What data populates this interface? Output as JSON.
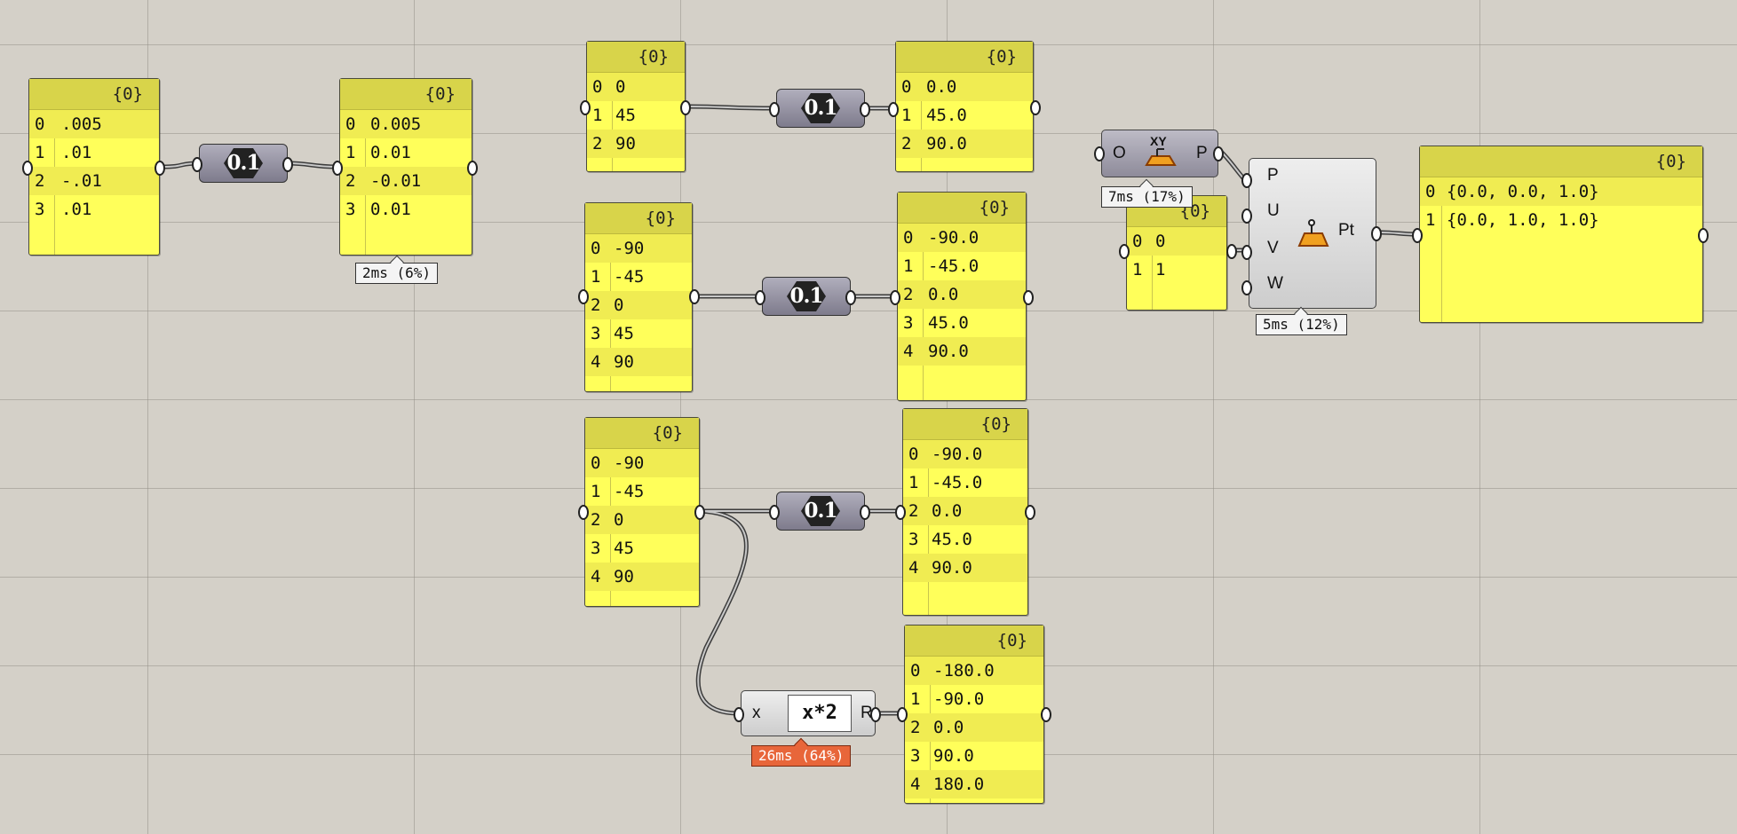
{
  "panels": {
    "p1": {
      "header": "{0}",
      "rows": [
        [
          "0",
          ".005"
        ],
        [
          "1",
          ".01"
        ],
        [
          "2",
          "-.01"
        ],
        [
          "3",
          ".01"
        ]
      ]
    },
    "p2": {
      "header": "{0}",
      "rows": [
        [
          "0",
          "0.005"
        ],
        [
          "1",
          "0.01"
        ],
        [
          "2",
          "-0.01"
        ],
        [
          "3",
          "0.01"
        ]
      ]
    },
    "p3": {
      "header": "{0}",
      "rows": [
        [
          "0",
          "0"
        ],
        [
          "1",
          "45"
        ],
        [
          "2",
          "90"
        ]
      ]
    },
    "p4": {
      "header": "{0}",
      "rows": [
        [
          "0",
          "0.0"
        ],
        [
          "1",
          "45.0"
        ],
        [
          "2",
          "90.0"
        ]
      ]
    },
    "p5": {
      "header": "{0}",
      "rows": [
        [
          "0",
          "-90"
        ],
        [
          "1",
          "-45"
        ],
        [
          "2",
          "0"
        ],
        [
          "3",
          "45"
        ],
        [
          "4",
          "90"
        ]
      ]
    },
    "p6": {
      "header": "{0}",
      "rows": [
        [
          "0",
          "-90.0"
        ],
        [
          "1",
          "-45.0"
        ],
        [
          "2",
          "0.0"
        ],
        [
          "3",
          "45.0"
        ],
        [
          "4",
          "90.0"
        ]
      ]
    },
    "p7": {
      "header": "{0}",
      "rows": [
        [
          "0",
          "-90"
        ],
        [
          "1",
          "-45"
        ],
        [
          "2",
          "0"
        ],
        [
          "3",
          "45"
        ],
        [
          "4",
          "90"
        ]
      ]
    },
    "p8": {
      "header": "{0}",
      "rows": [
        [
          "0",
          "-90.0"
        ],
        [
          "1",
          "-45.0"
        ],
        [
          "2",
          "0.0"
        ],
        [
          "3",
          "45.0"
        ],
        [
          "4",
          "90.0"
        ]
      ]
    },
    "p9": {
      "header": "{0}",
      "rows": [
        [
          "0",
          "-180.0"
        ],
        [
          "1",
          "-90.0"
        ],
        [
          "2",
          "0.0"
        ],
        [
          "3",
          "90.0"
        ],
        [
          "4",
          "180.0"
        ]
      ]
    },
    "p10": {
      "header": "{0}",
      "rows": [
        [
          "0",
          "0"
        ],
        [
          "1",
          "1"
        ]
      ]
    },
    "p11": {
      "header": "{0}",
      "rows": [
        [
          "0",
          "{0.0, 0.0, 1.0}"
        ],
        [
          "1",
          "{0.0, 1.0, 1.0}"
        ]
      ]
    }
  },
  "number_components": {
    "label": "0.1"
  },
  "xy_plane": {
    "input": "O",
    "output": "P",
    "label": "XY"
  },
  "evaluate": {
    "inputs": [
      "P",
      "U",
      "V",
      "W"
    ],
    "output": "Pt"
  },
  "expression": {
    "input": "x",
    "output": "R",
    "formula": "x*2"
  },
  "profiler": {
    "b1": "2ms (6%)",
    "b2": "7ms (17%)",
    "b3": "5ms (12%)",
    "b4": "26ms (64%)"
  },
  "colors": {
    "canvas": "#d4d0c8",
    "panel": "#ffff5a",
    "panel_header": "#d8d44a",
    "profiler_hot": "#e8663a",
    "icon_orange": "#f0a020"
  }
}
